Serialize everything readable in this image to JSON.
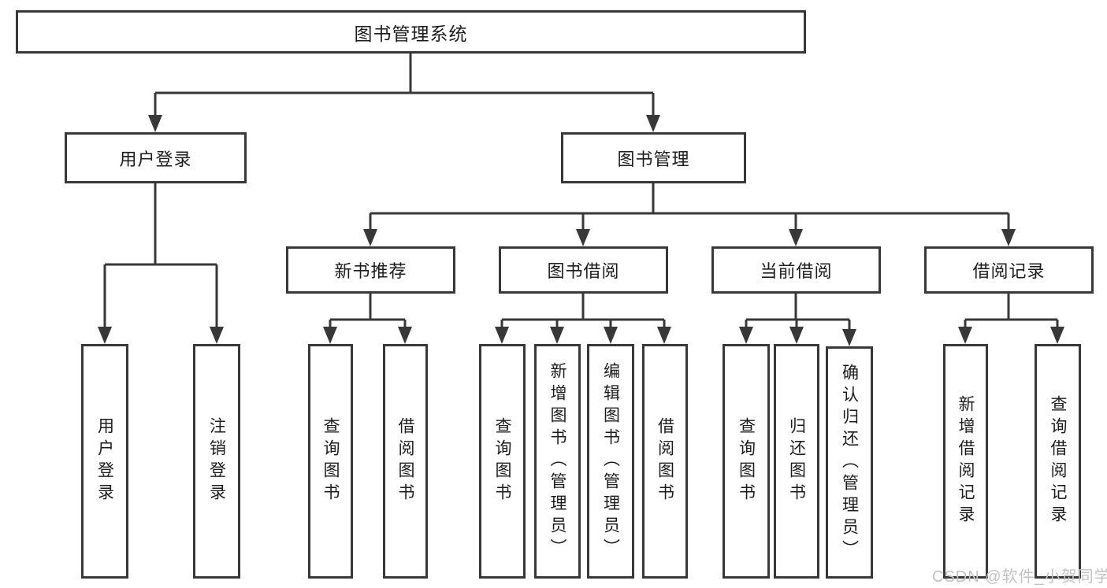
{
  "tree": {
    "label": "图书管理系统",
    "children": [
      {
        "label": "用户登录",
        "children": [
          {
            "label": "用户登录"
          },
          {
            "label": "注销登录"
          }
        ]
      },
      {
        "label": "图书管理",
        "children": [
          {
            "label": "新书推荐",
            "children": [
              {
                "label": "查询图书"
              },
              {
                "label": "借阅图书"
              }
            ]
          },
          {
            "label": "图书借阅",
            "children": [
              {
                "label": "查询图书"
              },
              {
                "label": "新增图书（管理员）"
              },
              {
                "label": "编辑图书（管理员）"
              },
              {
                "label": "借阅图书"
              }
            ]
          },
          {
            "label": "当前借阅",
            "children": [
              {
                "label": "查询图书"
              },
              {
                "label": "归还图书"
              },
              {
                "label": "确认归还（管理员）"
              }
            ]
          },
          {
            "label": "借阅记录",
            "children": [
              {
                "label": "新增借阅记录"
              },
              {
                "label": "查询借阅记录"
              }
            ]
          }
        ]
      }
    ]
  },
  "watermark": {
    "text": "CSDN @软件_小贺同学"
  },
  "style": {
    "line_color": "#383838",
    "text_color": "#1c1c1c",
    "watermark_color": "#c2c2c2",
    "background": "#ffffff"
  }
}
